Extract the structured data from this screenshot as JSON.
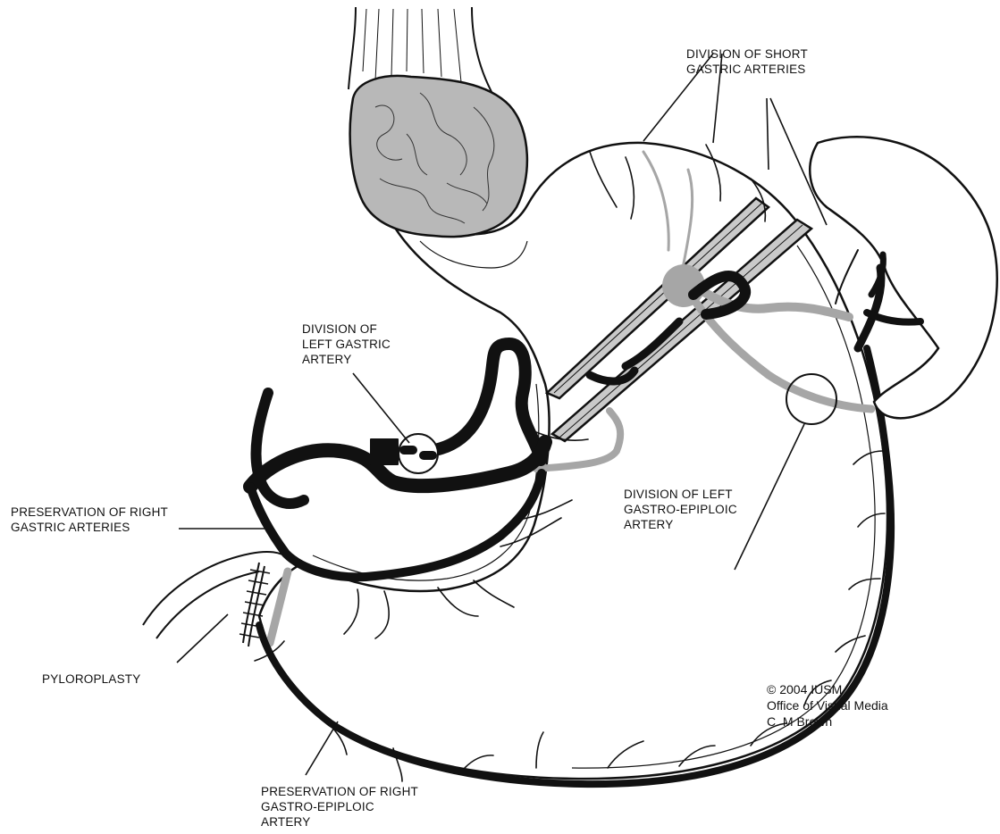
{
  "labels": {
    "short_gastric": [
      "DIVISION OF SHORT",
      "GASTRIC ARTERIES"
    ],
    "left_gastric": [
      "DIVISION OF",
      "LEFT GASTRIC",
      "ARTERY"
    ],
    "right_gastric": [
      "PRESERVATION OF RIGHT",
      "GASTRIC ARTERIES"
    ],
    "left_gastroepiploic": [
      "DIVISION OF LEFT",
      "GASTRO-EPIPLOIC",
      "ARTERY"
    ],
    "pyloroplasty": [
      "PYLOROPLASTY"
    ],
    "right_gastroepiploic": [
      "PRESERVATION OF RIGHT",
      "GASTRO-EPIPLOIC",
      "ARTERY"
    ]
  },
  "credit": [
    "© 2004 IUSM",
    "Office of Visual Media",
    "C. M Brown"
  ],
  "colors": {
    "ink": "#111111",
    "tumor_fill": "#b8b8b8",
    "stapler_fill": "#c9c9c9",
    "gray_vessel": "#a6a6a6",
    "background": "#ffffff"
  }
}
